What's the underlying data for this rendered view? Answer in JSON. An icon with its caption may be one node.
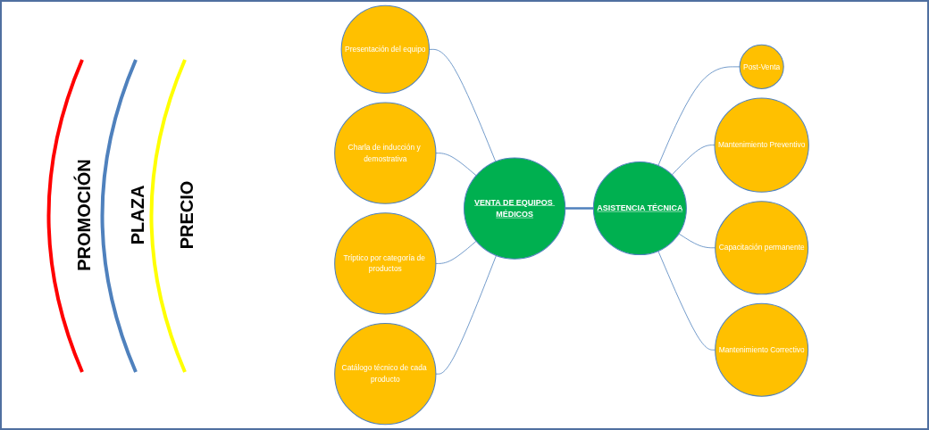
{
  "diagram": {
    "nodes": [
      {
        "text": [
          "Presentación del equipo"
        ]
      },
      {
        "text": [
          "Charla de inducción y demostrativa"
        ]
      },
      {
        "text": [
          "VENTA DE EQUIPOS MÉDICOS"
        ]
      },
      {
        "text": [
          "Post-Venta"
        ]
      },
      {
        "text": [
          "Mantenimiento Preventivo"
        ]
      },
      {
        "text": [
          "ASISTENCIA TÉCNICA"
        ]
      },
      {
        "text": [
          "Capacitación permanente"
        ]
      },
      {
        "text": [
          "Tríptico por categoría de productos"
        ]
      },
      {
        "text": [
          "Catálogo técnico de cada producto"
        ]
      },
      {
        "text": [
          "Mantenimiento Correctivo"
        ]
      }
    ],
    "edges": [
      {
        "from": 0,
        "to": 2,
        "arrow": "none"
      },
      {
        "from": 1,
        "to": 2,
        "arrow": "none"
      },
      {
        "from": 7,
        "to": 2,
        "arrow": "none"
      },
      {
        "from": 8,
        "to": 2,
        "arrow": "none"
      },
      {
        "from": 2,
        "to": 5,
        "arrow": "none",
        "style": "thick"
      },
      {
        "from": 5,
        "to": 3,
        "arrow": "none"
      },
      {
        "from": 5,
        "to": 4,
        "arrow": "none"
      },
      {
        "from": 5,
        "to": 6,
        "arrow": "none"
      },
      {
        "from": 5,
        "to": 9,
        "arrow": "none"
      }
    ],
    "labels": [
      "PROMOCIÓN",
      "PLAZA",
      "PRECIO"
    ]
  }
}
